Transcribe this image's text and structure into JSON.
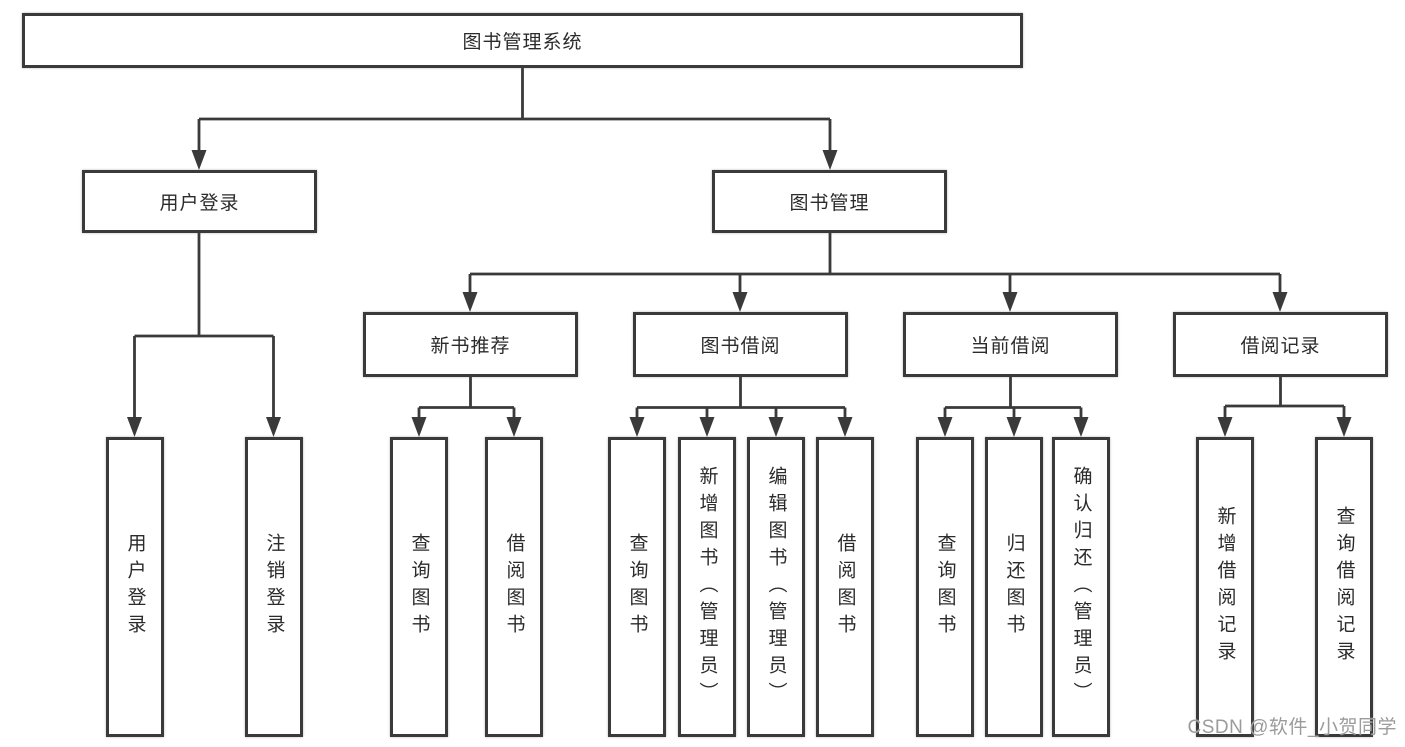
{
  "diagram_title": "图书管理系统",
  "watermark": "CSDN @软件_小贺同学",
  "colors": {
    "line": "#3a3a3a",
    "text": "#2b2b2b",
    "watermark": "#9b9b9b",
    "bg": "#ffffff"
  },
  "tree": {
    "root": {
      "label": "图书管理系统"
    },
    "user_branch": {
      "label": "用户登录",
      "children": [
        {
          "label": "用户登录"
        },
        {
          "label": "注销登录"
        }
      ]
    },
    "book_branch": {
      "label": "图书管理",
      "groups": [
        {
          "label": "新书推荐",
          "children": [
            {
              "label": "查询图书"
            },
            {
              "label": "借阅图书"
            }
          ]
        },
        {
          "label": "图书借阅",
          "children": [
            {
              "label": "查询图书"
            },
            {
              "label": "新增图书（管理员）"
            },
            {
              "label": "编辑图书（管理员）"
            },
            {
              "label": "借阅图书"
            }
          ]
        },
        {
          "label": "当前借阅",
          "children": [
            {
              "label": "查询图书"
            },
            {
              "label": "归还图书"
            },
            {
              "label": "确认归还（管理员）"
            }
          ]
        },
        {
          "label": "借阅记录",
          "children": [
            {
              "label": "新增借阅记录"
            },
            {
              "label": "查询借阅记录"
            }
          ]
        }
      ]
    }
  }
}
